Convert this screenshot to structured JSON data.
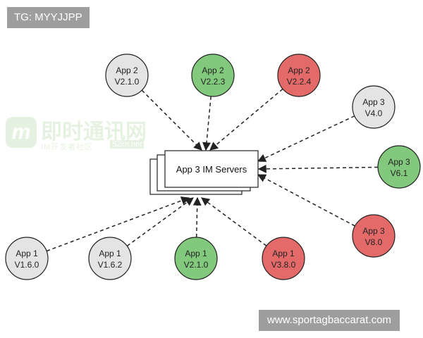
{
  "tag": "TG: MYYJJPP",
  "website": "www.sportagbaccarat.com",
  "watermark": {
    "title": "即时通讯网",
    "subtitle": "IM开发者社区",
    "subtitle_tag": "52im.net"
  },
  "server": {
    "label": "App 3 IM Servers"
  },
  "colors": {
    "gray": "#e4e4e4",
    "green": "#82c97d",
    "red": "#e46a6a",
    "stroke": "#222222"
  },
  "clients": [
    {
      "id": "a2v210",
      "line1": "App 2",
      "line2": "V2.1.0",
      "status": "gray"
    },
    {
      "id": "a2v223",
      "line1": "App 2",
      "line2": "V2.2.3",
      "status": "green"
    },
    {
      "id": "a2v224",
      "line1": "App 2",
      "line2": "V2.2.4",
      "status": "red"
    },
    {
      "id": "a3v40",
      "line1": "App 3",
      "line2": "V4.0",
      "status": "gray"
    },
    {
      "id": "a3v61",
      "line1": "App 3",
      "line2": "V6.1",
      "status": "green"
    },
    {
      "id": "a3v80",
      "line1": "App 3",
      "line2": "V8.0",
      "status": "red"
    },
    {
      "id": "a1v160",
      "line1": "App 1",
      "line2": "V1.6.0",
      "status": "gray"
    },
    {
      "id": "a1v162",
      "line1": "App 1",
      "line2": "V1.6.2",
      "status": "gray"
    },
    {
      "id": "a1v210",
      "line1": "App 1",
      "line2": "V2.1.0",
      "status": "green"
    },
    {
      "id": "a1v380",
      "line1": "App 1",
      "line2": "V3.8.0",
      "status": "red"
    }
  ]
}
